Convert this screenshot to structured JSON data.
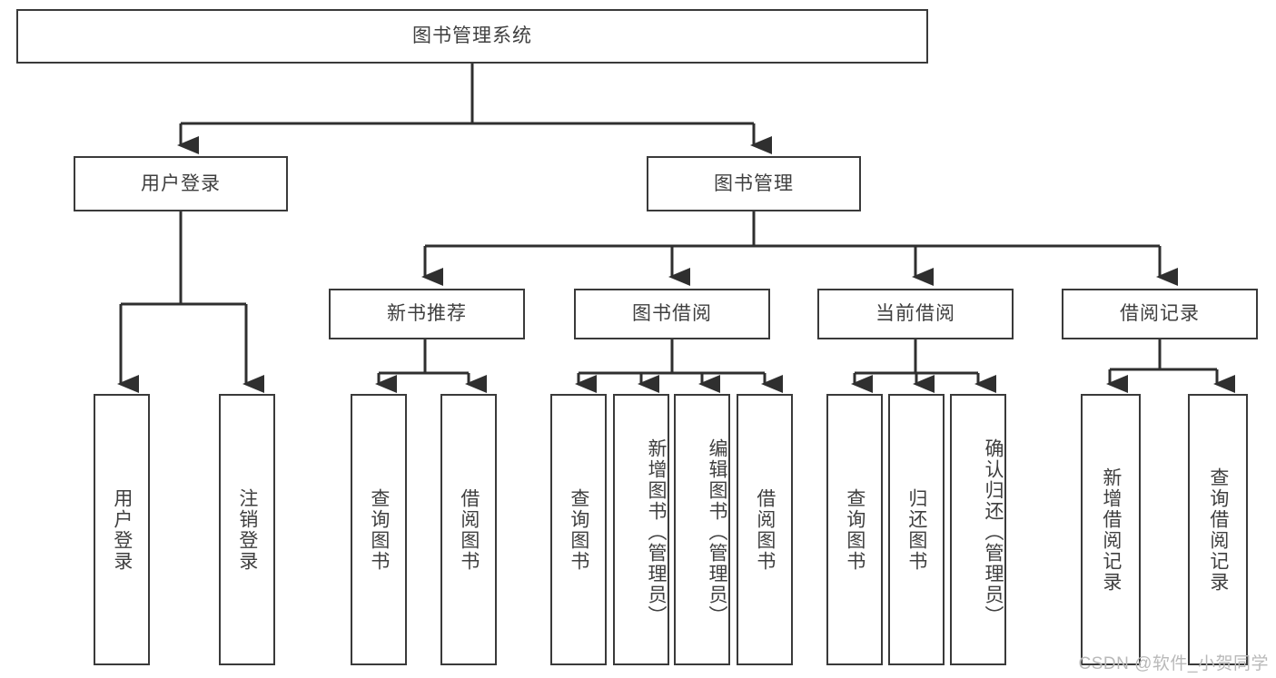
{
  "diagram": {
    "title": "图书管理系统",
    "type": "hierarchy-tree",
    "orientation": "top-down",
    "colors": {
      "background": "#ffffff",
      "box_border": "#3a3a3a",
      "box_fill": "#ffffff",
      "text": "#3f3f3f",
      "connector": "#2f2f2f",
      "watermark": "#b9b9b9"
    },
    "root": {
      "id": "root",
      "label": "图书管理系统",
      "orientation": "horizontal"
    },
    "level1": [
      {
        "id": "user-login",
        "label": "用户登录",
        "orientation": "horizontal"
      },
      {
        "id": "book-management",
        "label": "图书管理",
        "orientation": "horizontal"
      }
    ],
    "level2": [
      {
        "id": "new-book-recommend",
        "label": "新书推荐",
        "orientation": "horizontal",
        "parent": "book-management"
      },
      {
        "id": "book-borrow",
        "label": "图书借阅",
        "orientation": "horizontal",
        "parent": "book-management"
      },
      {
        "id": "current-borrow",
        "label": "当前借阅",
        "orientation": "horizontal",
        "parent": "book-management"
      },
      {
        "id": "borrow-record",
        "label": "借阅记录",
        "orientation": "horizontal",
        "parent": "book-management"
      }
    ],
    "leaves": [
      {
        "id": "leaf-user-login",
        "label": "用户登录",
        "parent": "user-login",
        "orientation": "vertical"
      },
      {
        "id": "leaf-logout-login",
        "label": "注销登录",
        "parent": "user-login",
        "orientation": "vertical"
      },
      {
        "id": "leaf-query-book-1",
        "label": "查询图书",
        "parent": "new-book-recommend",
        "orientation": "vertical"
      },
      {
        "id": "leaf-borrow-book-1",
        "label": "借阅图书",
        "parent": "new-book-recommend",
        "orientation": "vertical"
      },
      {
        "id": "leaf-query-book-2",
        "label": "查询图书",
        "parent": "book-borrow",
        "orientation": "vertical"
      },
      {
        "id": "leaf-add-book",
        "label": "新增图书（管理员）",
        "parent": "book-borrow",
        "orientation": "vertical"
      },
      {
        "id": "leaf-edit-book",
        "label": "编辑图书（管理员）",
        "parent": "book-borrow",
        "orientation": "vertical"
      },
      {
        "id": "leaf-borrow-book-2",
        "label": "借阅图书",
        "parent": "book-borrow",
        "orientation": "vertical"
      },
      {
        "id": "leaf-query-book-3",
        "label": "查询图书",
        "parent": "current-borrow",
        "orientation": "vertical"
      },
      {
        "id": "leaf-return-book",
        "label": "归还图书",
        "parent": "current-borrow",
        "orientation": "vertical"
      },
      {
        "id": "leaf-confirm-return",
        "label": "确认归还（管理员）",
        "parent": "current-borrow",
        "orientation": "vertical"
      },
      {
        "id": "leaf-add-record",
        "label": "新增借阅记录",
        "parent": "borrow-record",
        "orientation": "vertical"
      },
      {
        "id": "leaf-query-record",
        "label": "查询借阅记录",
        "parent": "borrow-record",
        "orientation": "vertical"
      }
    ]
  },
  "watermark": {
    "text": "CSDN @软件_小贺同学"
  }
}
